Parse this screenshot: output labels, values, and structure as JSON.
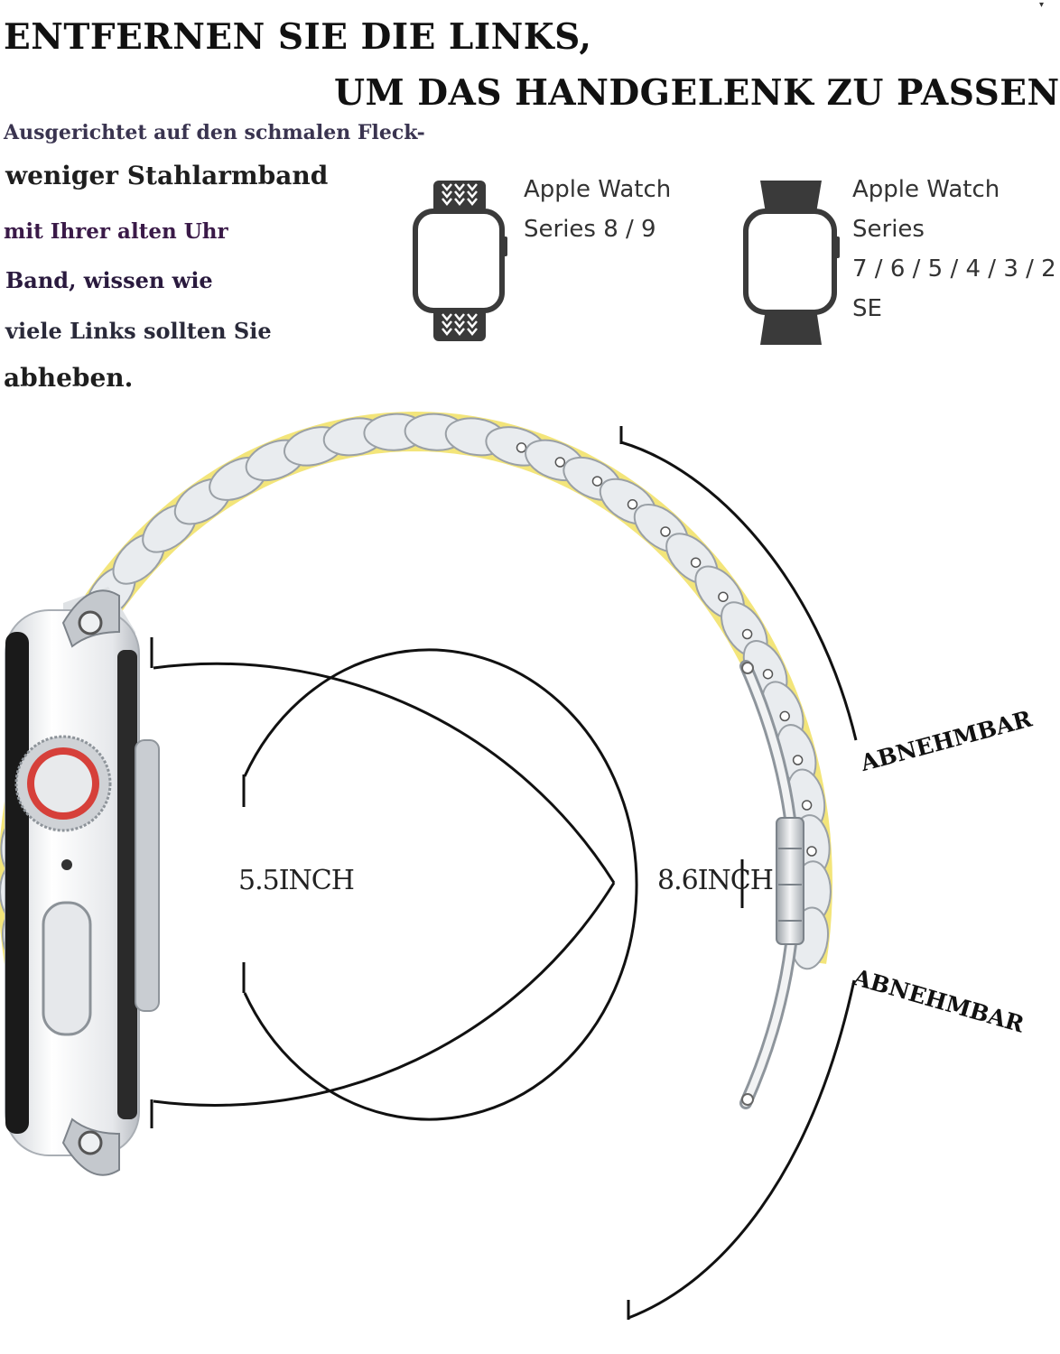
{
  "heading": {
    "line1": "ENTFERNEN SIE DIE LINKS,",
    "line2": "UM DAS HANDGELENK ZU PASSEN"
  },
  "description": [
    "Ausgerichtet auf den schmalen Fleck-",
    "weniger Stahlarmband",
    "mit Ihrer alten Uhr",
    "Band, wissen wie",
    "viele Links sollten Sie",
    "abheben."
  ],
  "compatibility": {
    "new": {
      "line1": "Apple Watch",
      "line2": "Series 8 / 9",
      "icon": "braided-band-watch-icon"
    },
    "old": {
      "line1": "Apple Watch",
      "line2": "Series",
      "line3": "7 / 6 / 5 / 4 / 3 / 2",
      "line4": "SE",
      "icon": "sport-band-watch-icon"
    }
  },
  "measurements": {
    "inner": "5.5INCH",
    "outer": "8.6INCH"
  },
  "removable_labels": [
    "ABNEHMBAR",
    "ABNEHMBAR"
  ],
  "colors": {
    "link_silver": "#e9ecef",
    "link_gold": "#f3e57a",
    "text": "#111111",
    "crown_ring": "#d6403a"
  }
}
